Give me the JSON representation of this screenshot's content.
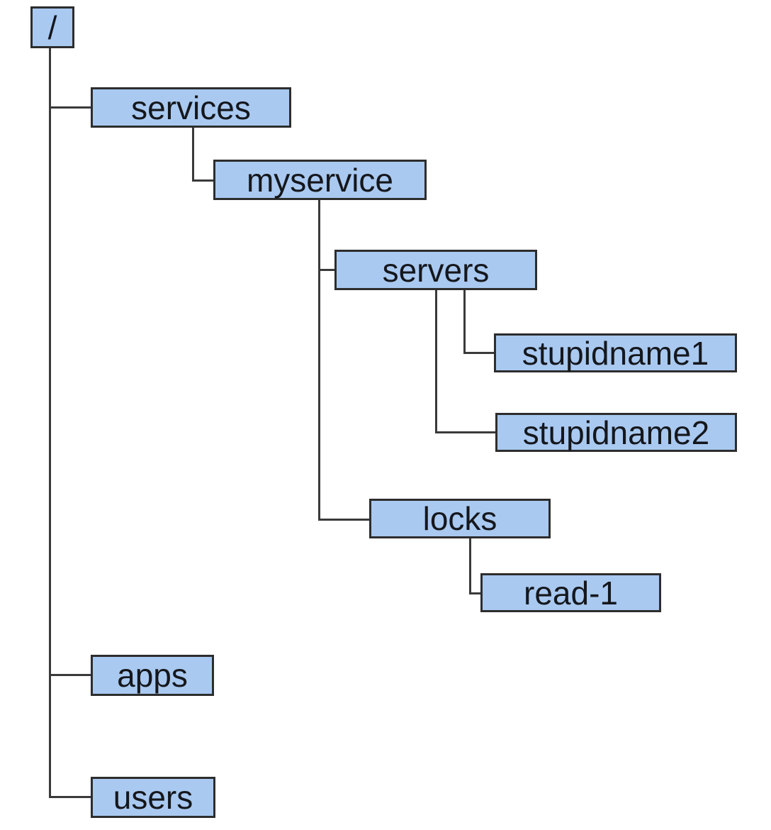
{
  "diagram": {
    "type": "tree",
    "nodes": {
      "root": {
        "label": "/"
      },
      "services": {
        "label": "services"
      },
      "myservice": {
        "label": "myservice"
      },
      "servers": {
        "label": "servers"
      },
      "stupidname1": {
        "label": "stupidname1"
      },
      "stupidname2": {
        "label": "stupidname2"
      },
      "locks": {
        "label": "locks"
      },
      "read1": {
        "label": "read-1"
      },
      "apps": {
        "label": "apps"
      },
      "users": {
        "label": "users"
      }
    },
    "edges": [
      {
        "from": "/",
        "to": "services"
      },
      {
        "from": "/",
        "to": "apps"
      },
      {
        "from": "/",
        "to": "users"
      },
      {
        "from": "services",
        "to": "myservice"
      },
      {
        "from": "myservice",
        "to": "servers"
      },
      {
        "from": "myservice",
        "to": "locks"
      },
      {
        "from": "servers",
        "to": "stupidname1"
      },
      {
        "from": "servers",
        "to": "stupidname2"
      },
      {
        "from": "locks",
        "to": "read-1"
      }
    ],
    "colors": {
      "node_fill": "#a9c9f0",
      "node_border": "#2d2d2d",
      "connector": "#3a3a3a",
      "text": "#15171c",
      "background": "#ffffff"
    }
  }
}
